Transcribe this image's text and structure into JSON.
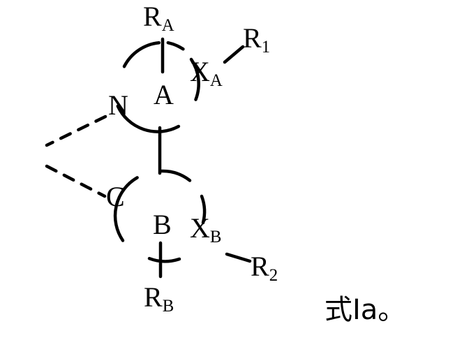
{
  "figure": {
    "type": "chemical-structure",
    "caption": "式Ia。",
    "caption_parts": {
      "prefix": "式",
      "label": "Ia",
      "terminator": "。"
    },
    "ring_a": {
      "center_label": "A",
      "attached_atoms": [
        {
          "name": "N",
          "label": "N"
        },
        {
          "name": "XA",
          "text": "X",
          "subscript": "A"
        }
      ],
      "substituents": [
        {
          "name": "RA",
          "text": "R",
          "subscript": "A"
        },
        {
          "name": "R1",
          "text": "R",
          "subscript": "1"
        }
      ]
    },
    "ring_b": {
      "center_label": "B",
      "attached_atoms": [
        {
          "name": "C",
          "label": "C"
        },
        {
          "name": "XB",
          "text": "X",
          "subscript": "B"
        }
      ],
      "substituents": [
        {
          "name": "RB",
          "text": "R",
          "subscript": "B"
        },
        {
          "name": "R2",
          "text": "R",
          "subscript": "2"
        }
      ]
    },
    "bonds": {
      "ring_link": "single",
      "dashed_bridge": "N to C dashed bridge"
    },
    "colors": {
      "stroke": "#000000",
      "background": "#ffffff"
    }
  }
}
